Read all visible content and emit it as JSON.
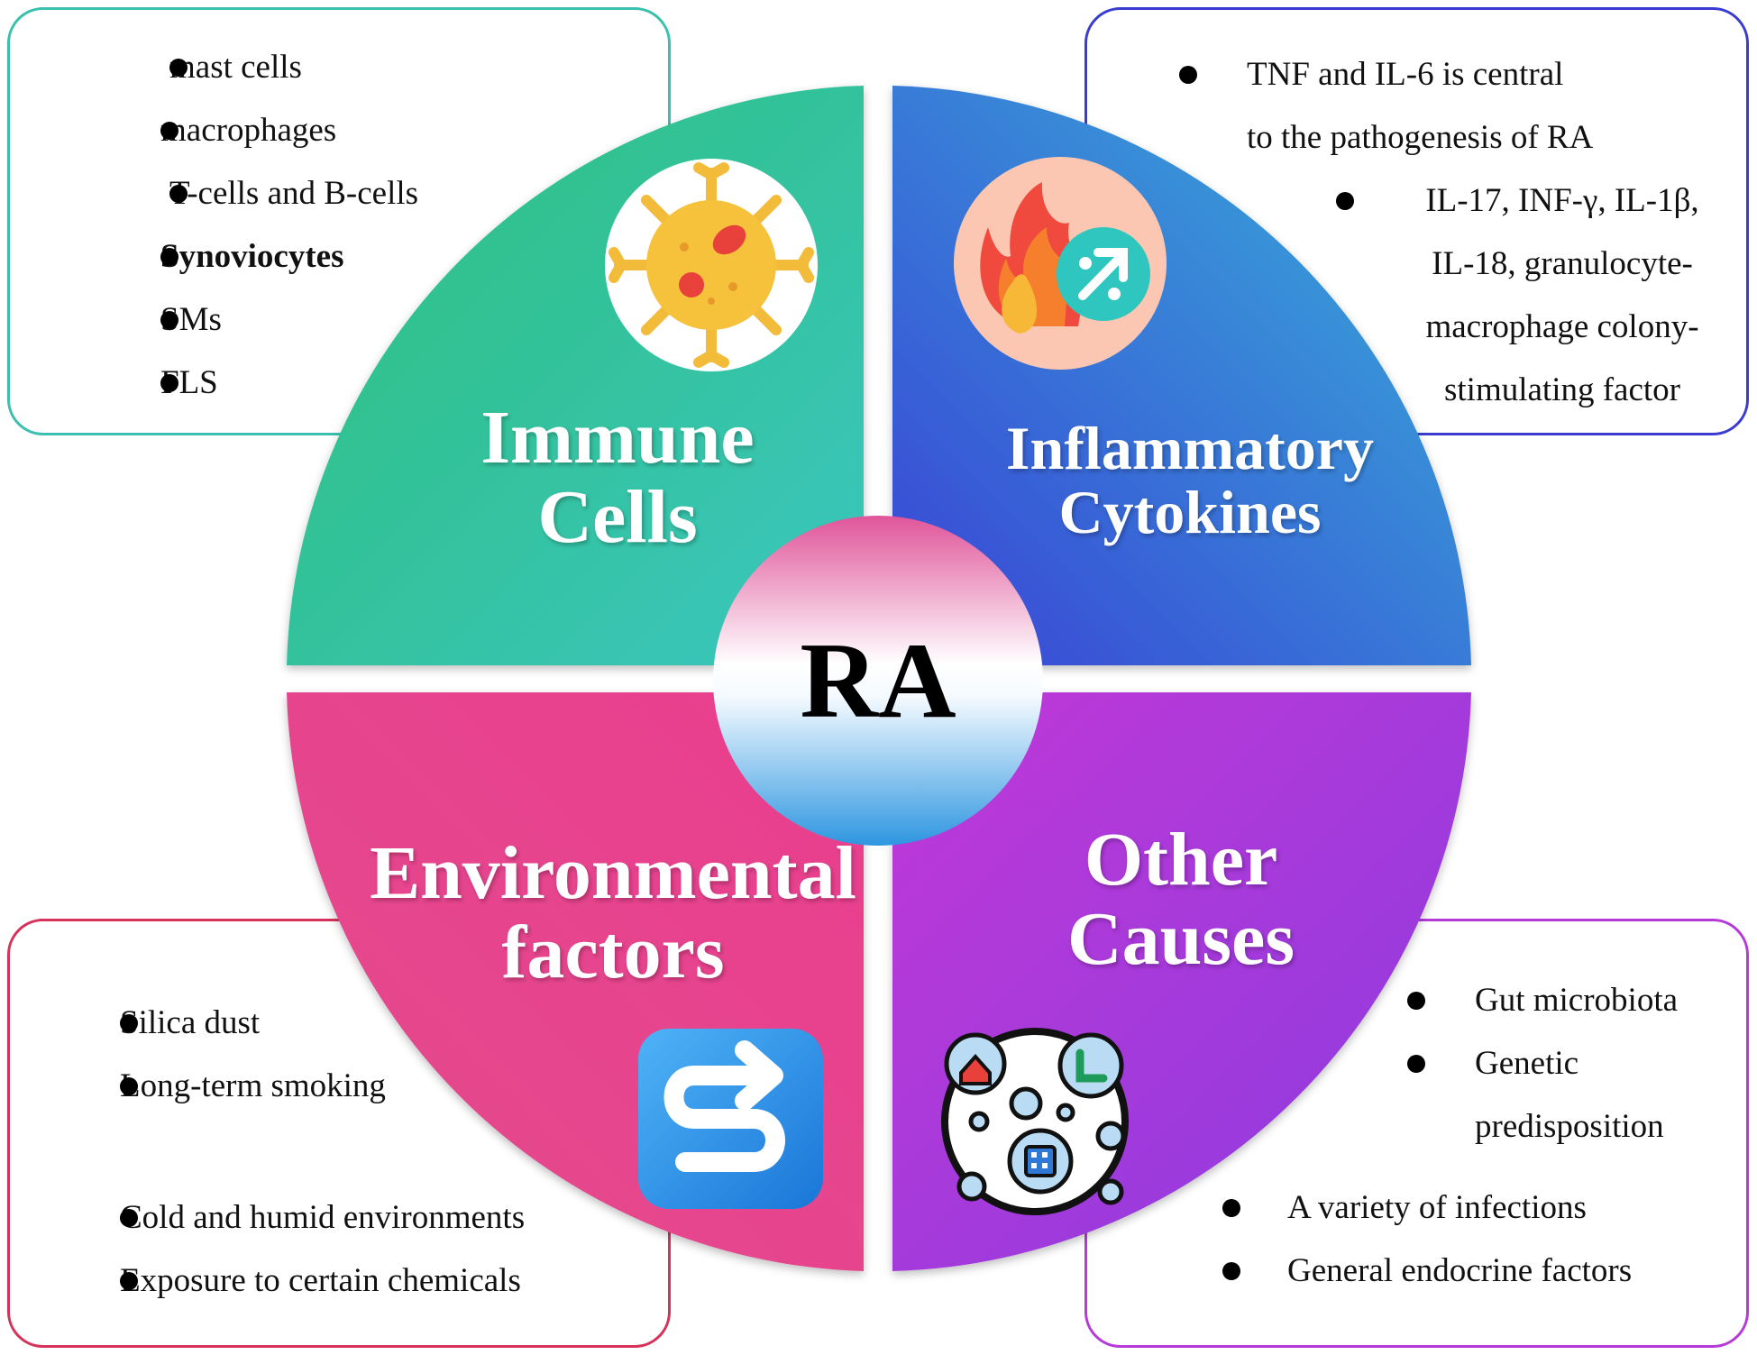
{
  "center": {
    "label": "RA"
  },
  "quadrants": {
    "immune": {
      "title_line1": "Immune",
      "title_line2": "Cells",
      "color_start": "#2cbf7a",
      "color_end": "#3bc6c0"
    },
    "cytokines": {
      "title_line1": "Inflammatory",
      "title_line2": "Cytokines",
      "color_start": "#3a42d6",
      "color_end": "#36b4d8"
    },
    "environmental": {
      "title_line1": "Environmental",
      "title_line2": "factors",
      "color_start": "#ea3f8f",
      "color_end": "#e34a8c"
    },
    "other": {
      "title_line1": "Other",
      "title_line2": "Causes",
      "color_start": "#c039d6",
      "color_end": "#8a3ae0"
    }
  },
  "boxes": {
    "immune": {
      "items": [
        {
          "text": "mast cells"
        },
        {
          "text": "macrophages"
        },
        {
          "text": "T-cells and B-cells"
        },
        {
          "text": "Synoviocytes"
        },
        {
          "text": "SMs"
        },
        {
          "text": "FLS"
        }
      ]
    },
    "cytokines": {
      "item1_line1": "TNF and IL-6 is central",
      "item1_line2": "to the pathogenesis of RA",
      "item2_line1": "IL-17, INF-γ, IL-1β,",
      "item2_line2": "IL-18, granulocyte-",
      "item2_line3": "macrophage colony-",
      "item2_line4": "stimulating factor"
    },
    "environmental": {
      "items": [
        {
          "text": "Silica dust"
        },
        {
          "text": "Long-term smoking"
        },
        {
          "text": "Cold and humid environments"
        },
        {
          "text": "Exposure to certain chemicals"
        }
      ]
    },
    "other": {
      "item1": "Gut microbiota",
      "item2_line1": "Genetic",
      "item2_line2": "predisposition",
      "item3": "A variety of infections",
      "item4": "General endocrine factors"
    }
  },
  "icons": {
    "immune": "immune-cell-icon",
    "cytokines": "inflammation-flame-icon",
    "environmental": "route-arrow-icon",
    "other": "microbes-icon"
  }
}
